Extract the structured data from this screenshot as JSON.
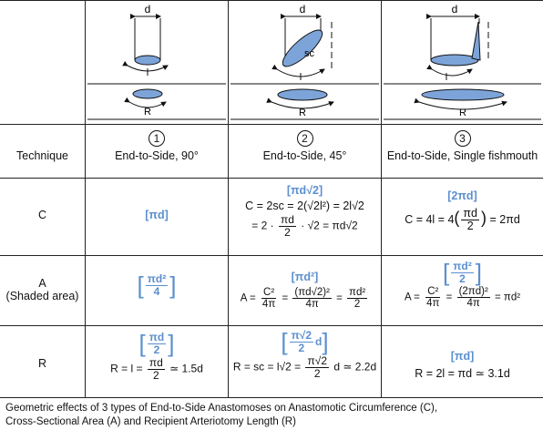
{
  "colors": {
    "shape_fill": "#7da4d8",
    "formula_blue": "#5b8fd0"
  },
  "diagram_labels": {
    "d": "d",
    "l": "l",
    "R": "R",
    "sc": "sc"
  },
  "header": {
    "technique_label": "Technique",
    "col1": {
      "number": "1",
      "title": "End-to-Side, 90°"
    },
    "col2": {
      "number": "2",
      "title": "End-to-Side, 45°"
    },
    "col3": {
      "number": "3",
      "title": "End-to-Side, Single fishmouth"
    }
  },
  "rows": {
    "C": {
      "label": "C",
      "col1": {
        "blue": "[πd]"
      },
      "col2": {
        "blue": "[πd√2]",
        "line1": "C = 2sc = 2(√2l²) = 2l√2",
        "line2_a": "= 2 ·",
        "line2_num": "πd",
        "line2_den": "2",
        "line2_b": "· √2 = πd√2"
      },
      "col3": {
        "blue": "[2πd]",
        "pre": "C = 4l = 4",
        "num": "πd",
        "den": "2",
        "post": "= 2πd"
      }
    },
    "A": {
      "label": "A",
      "sublabel": "(Shaded area)",
      "col1": {
        "num": "πd²",
        "den": "4"
      },
      "col2": {
        "blue": "[πd²]",
        "pre": "A =",
        "f1_num": "C²",
        "f1_den": "4π",
        "eq1": "=",
        "f2_num": "(πd√2)²",
        "f2_den": "4π",
        "eq2": "=",
        "f3_num": "πd²",
        "f3_den": "2"
      },
      "col3": {
        "blue_num": "πd²",
        "blue_den": "2",
        "pre": "A =",
        "f1_num": "C²",
        "f1_den": "4π",
        "eq1": "=",
        "f2_num": "(2πd)²",
        "f2_den": "4π",
        "post": "= πd²"
      }
    },
    "R": {
      "label": "R",
      "col1": {
        "blue_num": "πd",
        "blue_den": "2",
        "pre": "R = l =",
        "num": "πd",
        "den": "2",
        "post": "≃ 1.5d"
      },
      "col2": {
        "blue_num": "π√2",
        "blue_den": "2",
        "blue_suffix": "d",
        "pre": "R = sc = l√2 =",
        "num": "π√2",
        "den": "2",
        "post": "d ≃ 2.2d"
      },
      "col3": {
        "blue": "[πd]",
        "line": "R = 2l = πd ≃ 3.1d"
      }
    }
  },
  "caption": {
    "line1": "Geometric effects of 3 types of End-to-Side Anastomoses on Anastomotic Circumference (C),",
    "line2": "Cross-Sectional Area (A) and Recipient Arteriotomy Length (R)"
  }
}
